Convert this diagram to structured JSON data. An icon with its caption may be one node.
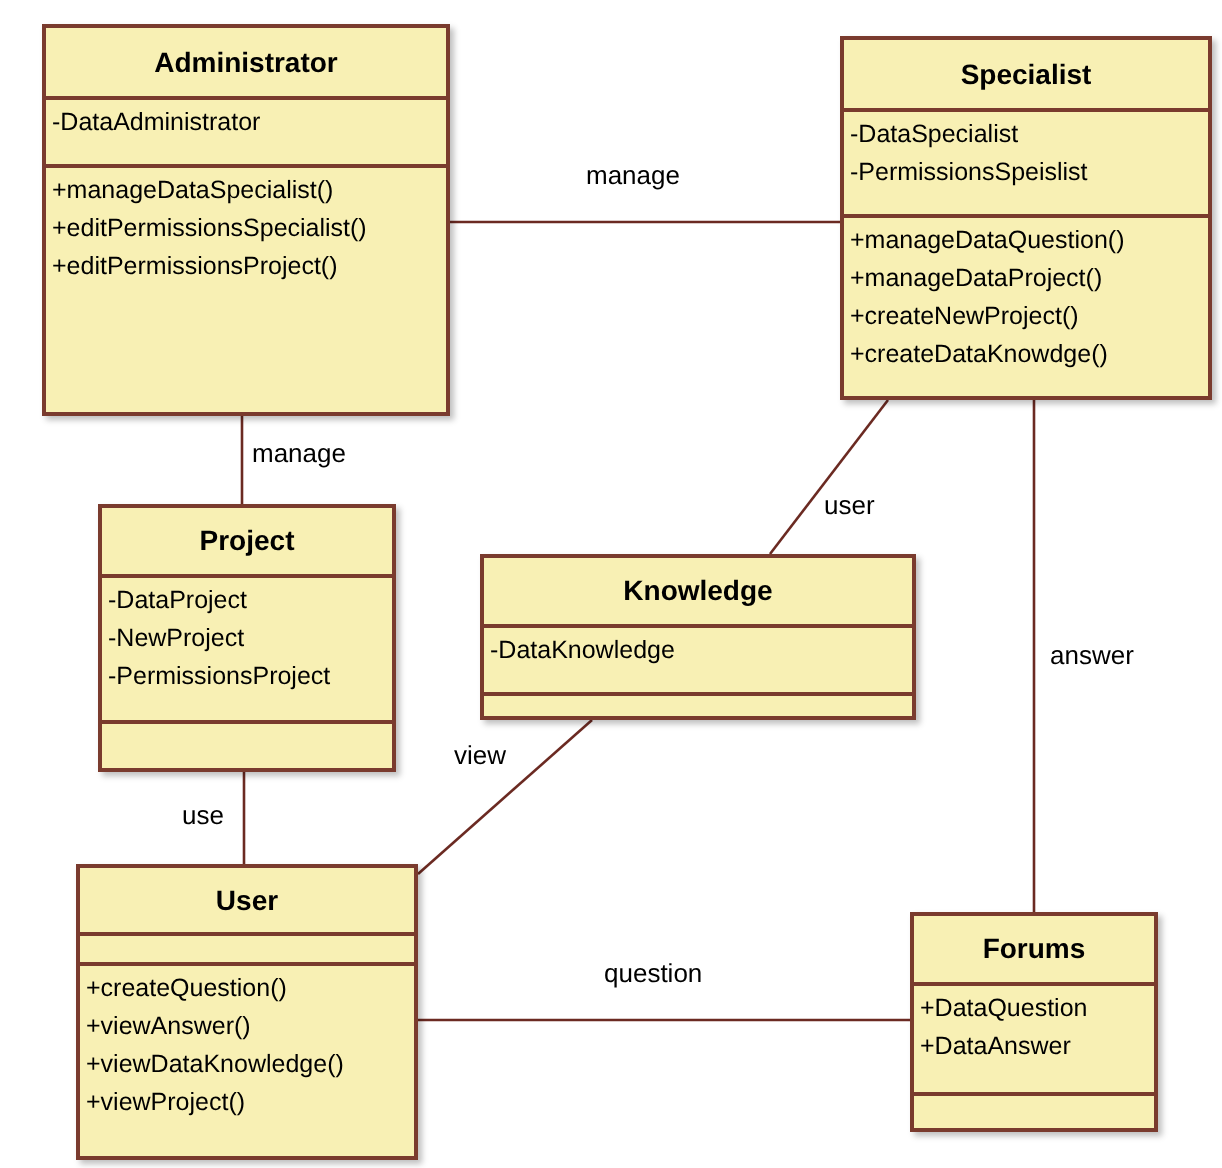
{
  "diagram": {
    "nodes": [
      {
        "text": [
          "Administrator"
        ]
      },
      {
        "text": [
          "-DataAdministrator"
        ],
        "in": 0
      },
      {
        "text": [
          "+manageDataSpecialist()",
          "+editPermissionsSpecialist()",
          "+editPermissionsProject()"
        ],
        "in": 0
      },
      {
        "text": [
          "Specialist"
        ]
      },
      {
        "text": [
          "-DataSpecialist",
          "-PermissionsSpeislist"
        ],
        "in": 3
      },
      {
        "text": [
          "+manageDataQuestion()",
          "+manageDataProject()",
          "+createNewProject()",
          "+createDataKnowdge()"
        ],
        "in": 3
      },
      {
        "text": [
          "Project"
        ]
      },
      {
        "text": [
          "-DataProject",
          "-NewProject",
          "-PermissionsProject"
        ],
        "in": 6
      },
      {
        "text": [],
        "shape": "box",
        "in": 6
      },
      {
        "text": [
          "Knowledge"
        ]
      },
      {
        "text": [
          "-DataKnowledge"
        ],
        "in": 9
      },
      {
        "text": [],
        "shape": "box",
        "in": 9
      },
      {
        "text": [
          "User"
        ]
      },
      {
        "text": [],
        "shape": "box",
        "in": 12
      },
      {
        "text": [
          "+createQuestion()",
          "+viewAnswer()",
          "+viewDataKnowledge()",
          "+viewProject()"
        ],
        "in": 12
      },
      {
        "text": [
          "Forums"
        ]
      },
      {
        "text": [
          "+DataQuestion",
          "+DataAnswer"
        ],
        "in": 15
      },
      {
        "text": [],
        "shape": "box",
        "in": 15
      }
    ],
    "edges": [
      {
        "from": 0,
        "to": 3,
        "arrow": "none",
        "label": "manage"
      },
      {
        "from": 0,
        "to": 6,
        "arrow": "none",
        "label": "manage"
      },
      {
        "from": 3,
        "to": 9,
        "arrow": "none",
        "label": "user"
      },
      {
        "from": 3,
        "to": 15,
        "arrow": "none",
        "label": "answer"
      },
      {
        "from": 9,
        "to": 12,
        "arrow": "none",
        "label": "view"
      },
      {
        "from": 6,
        "to": 12,
        "arrow": "none",
        "label": "use"
      },
      {
        "from": 12,
        "to": 15,
        "arrow": "none",
        "label": "question"
      }
    ]
  }
}
